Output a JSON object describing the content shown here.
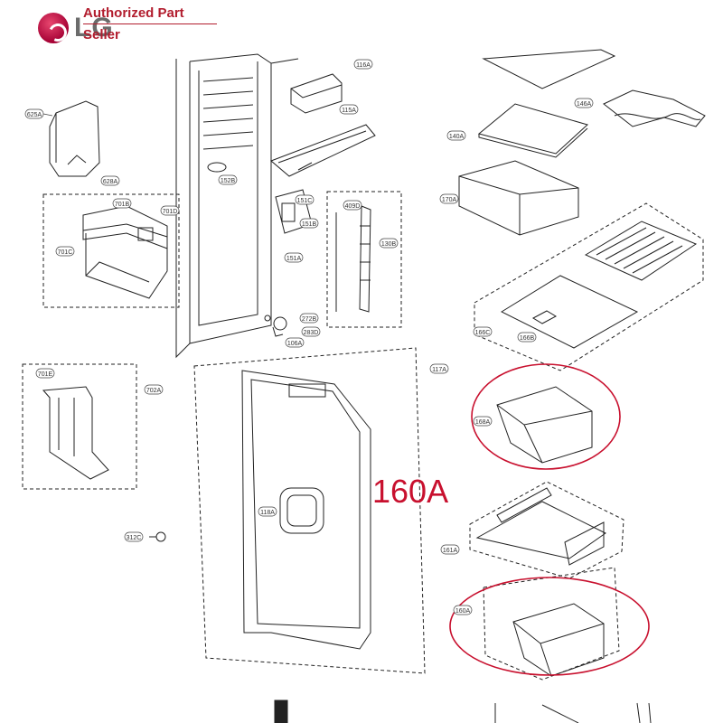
{
  "header": {
    "brand_text": "LG",
    "authorized_text": "Authorized Part",
    "seller_text": "Seller"
  },
  "highlight": {
    "part_label": "160A",
    "color": "#c8102e"
  },
  "callouts": {
    "c625A": "625A",
    "c628A": "628A",
    "c701B": "701B",
    "c701D": "701D",
    "c701C": "701C",
    "c116A": "116A",
    "c115A": "115A",
    "c152B": "152B",
    "c151C": "151C",
    "c151B": "151B",
    "c151A": "151A",
    "c409D": "409D",
    "c130B": "130B",
    "c272B": "272B",
    "c283D": "283D",
    "c106A": "106A",
    "c140A": "140A",
    "c146A": "146A",
    "c170A": "170A",
    "c166C": "166C",
    "c166B": "166B",
    "c701E": "701E",
    "c702A": "702A",
    "c117A": "117A",
    "c118A": "118A",
    "c312C": "312C",
    "c168A": "168A",
    "c161A": "161A",
    "c160A": "160A"
  }
}
